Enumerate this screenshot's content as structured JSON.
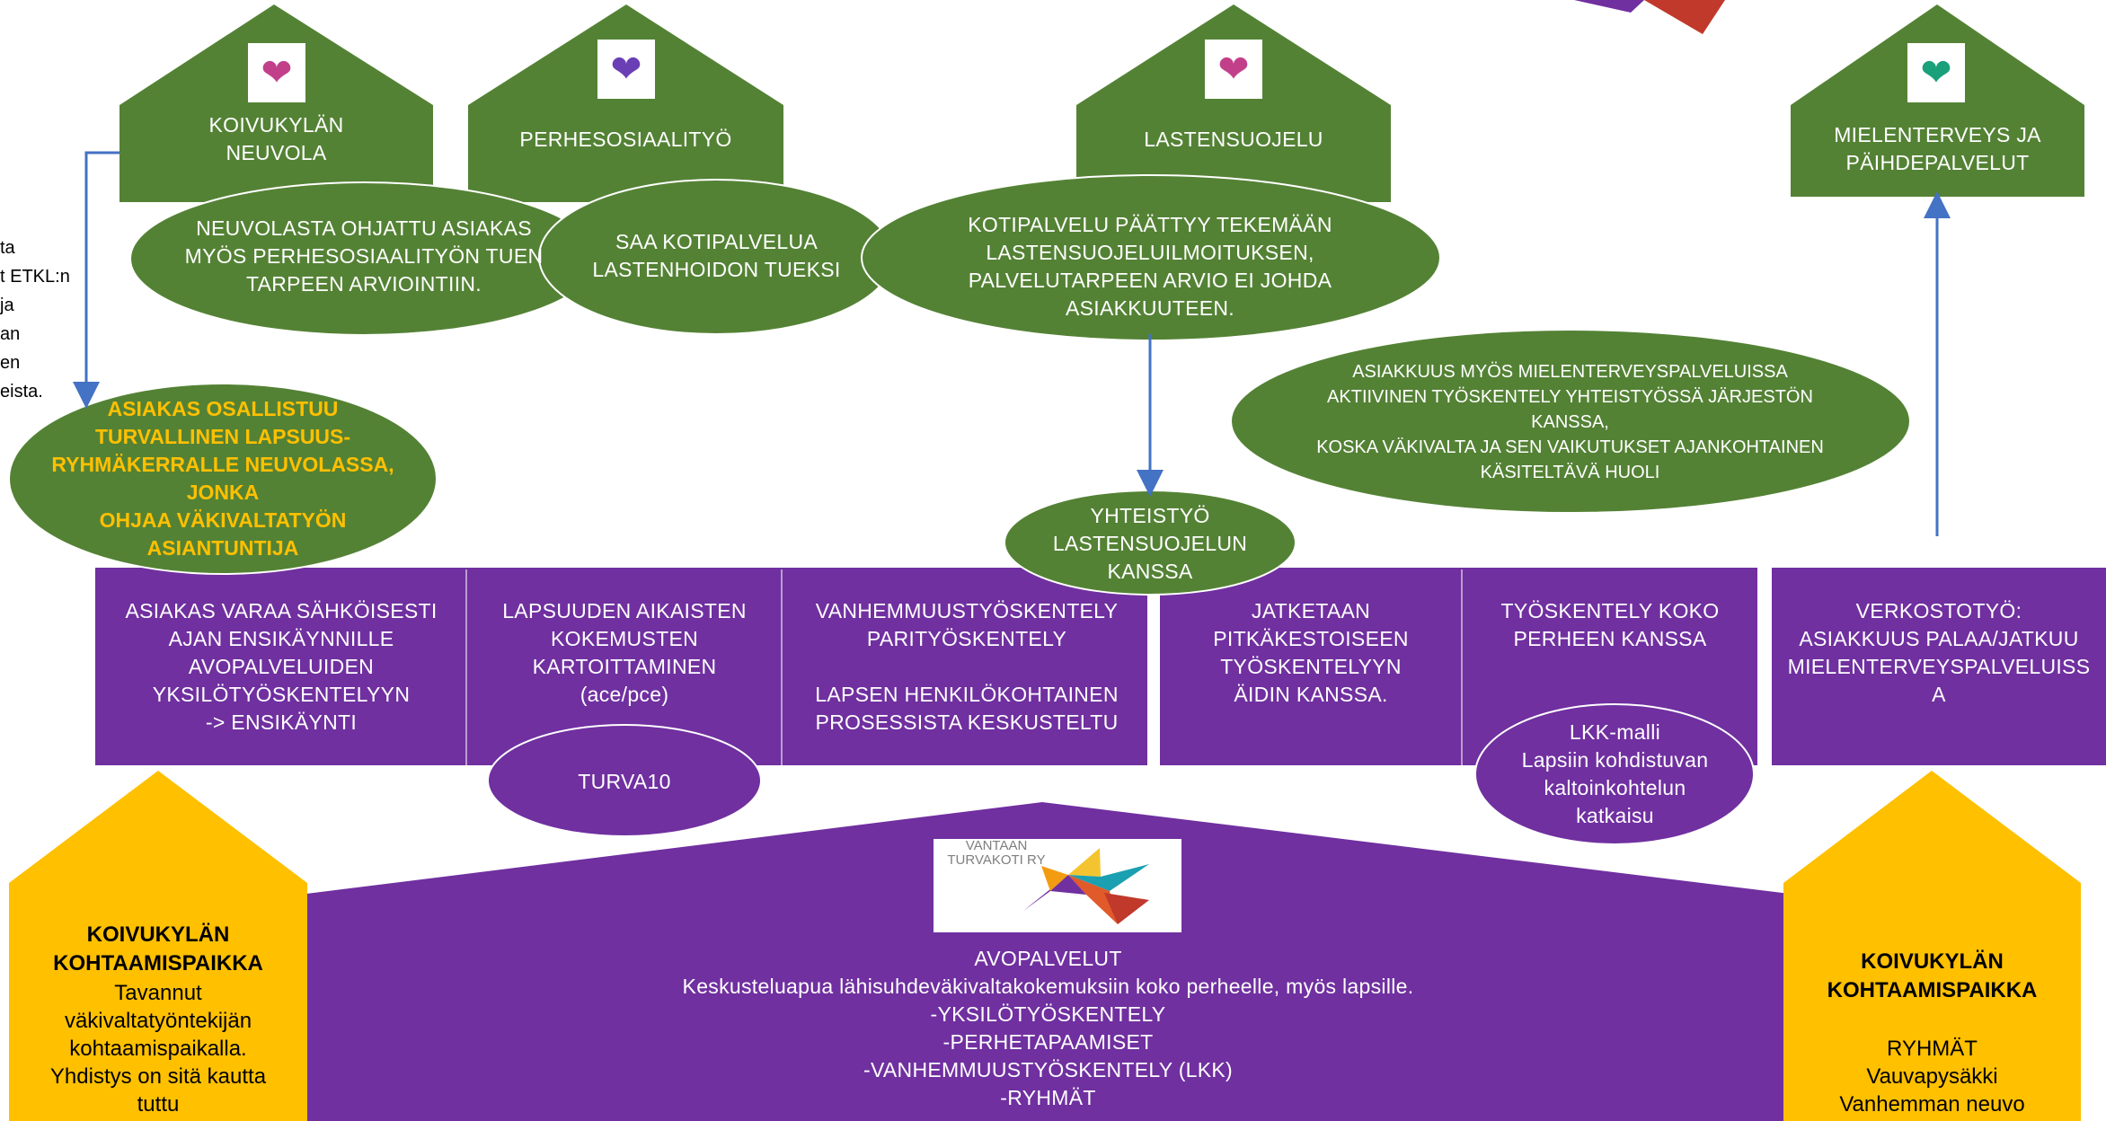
{
  "colors": {
    "green": "#548235",
    "purple": "#7030A0",
    "yellow": "#FFC000",
    "arrow": "#4472C4",
    "gold_text": "#FFC000"
  },
  "side_text": [
    "ta",
    "t ETKL:n",
    "ja",
    "an",
    "en",
    "eista."
  ],
  "houses": {
    "neuvola": "KOIVUKYLÄN\nNEUVOLA",
    "perhesosiaalityo": "PERHESOSIAALITYÖ",
    "lastensuojelu": "LASTENSUOJELU",
    "mielenterveys": "MIELENTERVEYS JA\nPÄIHDEPALVELUT"
  },
  "ovals": {
    "neuvolasta": "NEUVOLASTA OHJATTU ASIAKAS\nMYÖS PERHESOSIAALITYÖN TUEN\nTARPEEN ARVIOINTIIN.",
    "kotipalvelu": "SAA KOTIPALVELUA\nLASTENHOIDON TUEKSI",
    "paattyy": "KOTIPALVELU PÄÄTTYY TEKEMÄÄN\nLASTENSUOJELUILMOITUKSEN,\nPALVELUTARPEEN ARVIO EI JOHDA\nASIAKKUUTEEN.",
    "osallistuu": "ASIAKAS OSALLISTUU\nTURVALLINEN LAPSUUS-\nRYHMÄKERRALLE NEUVOLASSA,\nJONKA\nOHJAA VÄKIVALTATYÖN\nASIANTUNTIJA",
    "asiakkuus": "ASIAKKUUS MYÖS MIELENTERVEYSPALVELUISSA\nAKTIIVINEN TYÖSKENTELY YHTEISTYÖSSÄ JÄRJESTÖN\nKANSSA,\nKOSKA VÄKIVALTA JA SEN VAIKUTUKSET AJANKOHTAINEN\nKÄSITELTÄVÄ HUOLI",
    "yhteistyo": "YHTEISTYÖ\nLASTENSUOJELUN\nKANSSA"
  },
  "steps": [
    "ASIAKAS VARAA SÄHKÖISESTI\nAJAN ENSIKÄYNNILLE\nAVOPALVELUIDEN\nYKSILÖTYÖSKENTELYYN\n-> ENSIKÄYNTI",
    "LAPSUUDEN AIKAISTEN\nKOKEMUSTEN\nKARTOITTAMINEN\n(ace/pce)",
    "VANHEMMUUSTYÖSKENTELY\nPARITYÖSKENTELY\n\nLAPSEN HENKILÖKOHTAINEN\nPROSESSISTA KESKUSTELTU",
    "JATKETAAN\nPITKÄKESTOISEEN\nTYÖSKENTELYYN\nÄIDIN KANSSA.",
    "TYÖSKENTELY KOKO\nPERHEEN KANSSA",
    "VERKOSTOTYÖ:\nASIAKKUUS PALAA/JATKUU\nMIELENTERVEYSPALVELUISS\nA"
  ],
  "sub_ovals": {
    "turva10": "TURVA10",
    "lkk": "LKK-malli\nLapsiin kohdistuvan\nkaltoinkohtelun\nkatkaisu"
  },
  "main_house": {
    "logo_text": "VANTAAN\nTURVAKOTI RY",
    "title": "AVOPALVELUT",
    "lines": [
      "Keskusteluapua lähisuhdeväkivaltakokemuksiin koko perheelle, myös lapsille.",
      "-YKSILÖTYÖSKENTELY",
      "-PERHETAPAAMISET",
      "-VANHEMMUUSTYÖSKENTELY (LKK)",
      "-RYHMÄT"
    ]
  },
  "left_yellow": {
    "title": "KOIVUKYLÄN\nKOHTAAMISPAIKKA",
    "body": "Tavannut\nväkivaltatyöntekijän\nkohtaamispaikalla.\nYhdistys on sitä kautta\ntuttu"
  },
  "right_yellow": {
    "title": "KOIVUKYLÄN\nKOHTAAMISPAIKKA",
    "body": "RYHMÄT\nVauvapysäkki\nVanhemman neuvo"
  }
}
